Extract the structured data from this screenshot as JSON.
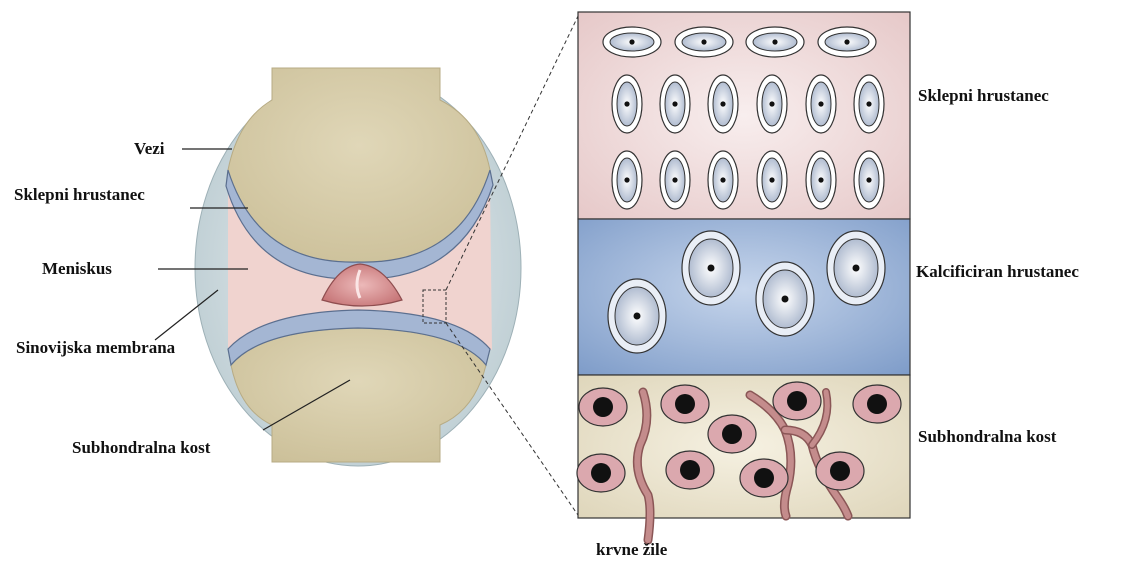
{
  "labels": {
    "vezi": "Vezi",
    "sklepni_left": "Sklepni hrustanec",
    "meniskus": "Meniskus",
    "sinovijska": "Sinovijska membrana",
    "subhondralna_left": "Subhondralna kost",
    "sklepni_right": "Sklepni hrustanec",
    "kalcificiran": "Kalcificiran hrustanec",
    "subhondralna_right": "Subhondralna kost",
    "krvne_zile": "krvne žile"
  },
  "colors": {
    "bone": "#d6ccaa",
    "capsule": "#c6d4d8",
    "synovial_fluid": "#f0d3cf",
    "cartilage_band": "#a4b6d3",
    "meniscus": "#d88c8d",
    "cartilage_zone": "#f1dcdc",
    "calcified_zone": "#8aa6cf",
    "bone_zone": "#e9e2cc",
    "vessel": "#b77c7c",
    "osteocyte": "#dba8ae",
    "nucleus": "#111111"
  },
  "icons": {
    "chondrocyte": "chondrocyte-cell-icon",
    "osteocyte": "osteocyte-cell-icon"
  }
}
